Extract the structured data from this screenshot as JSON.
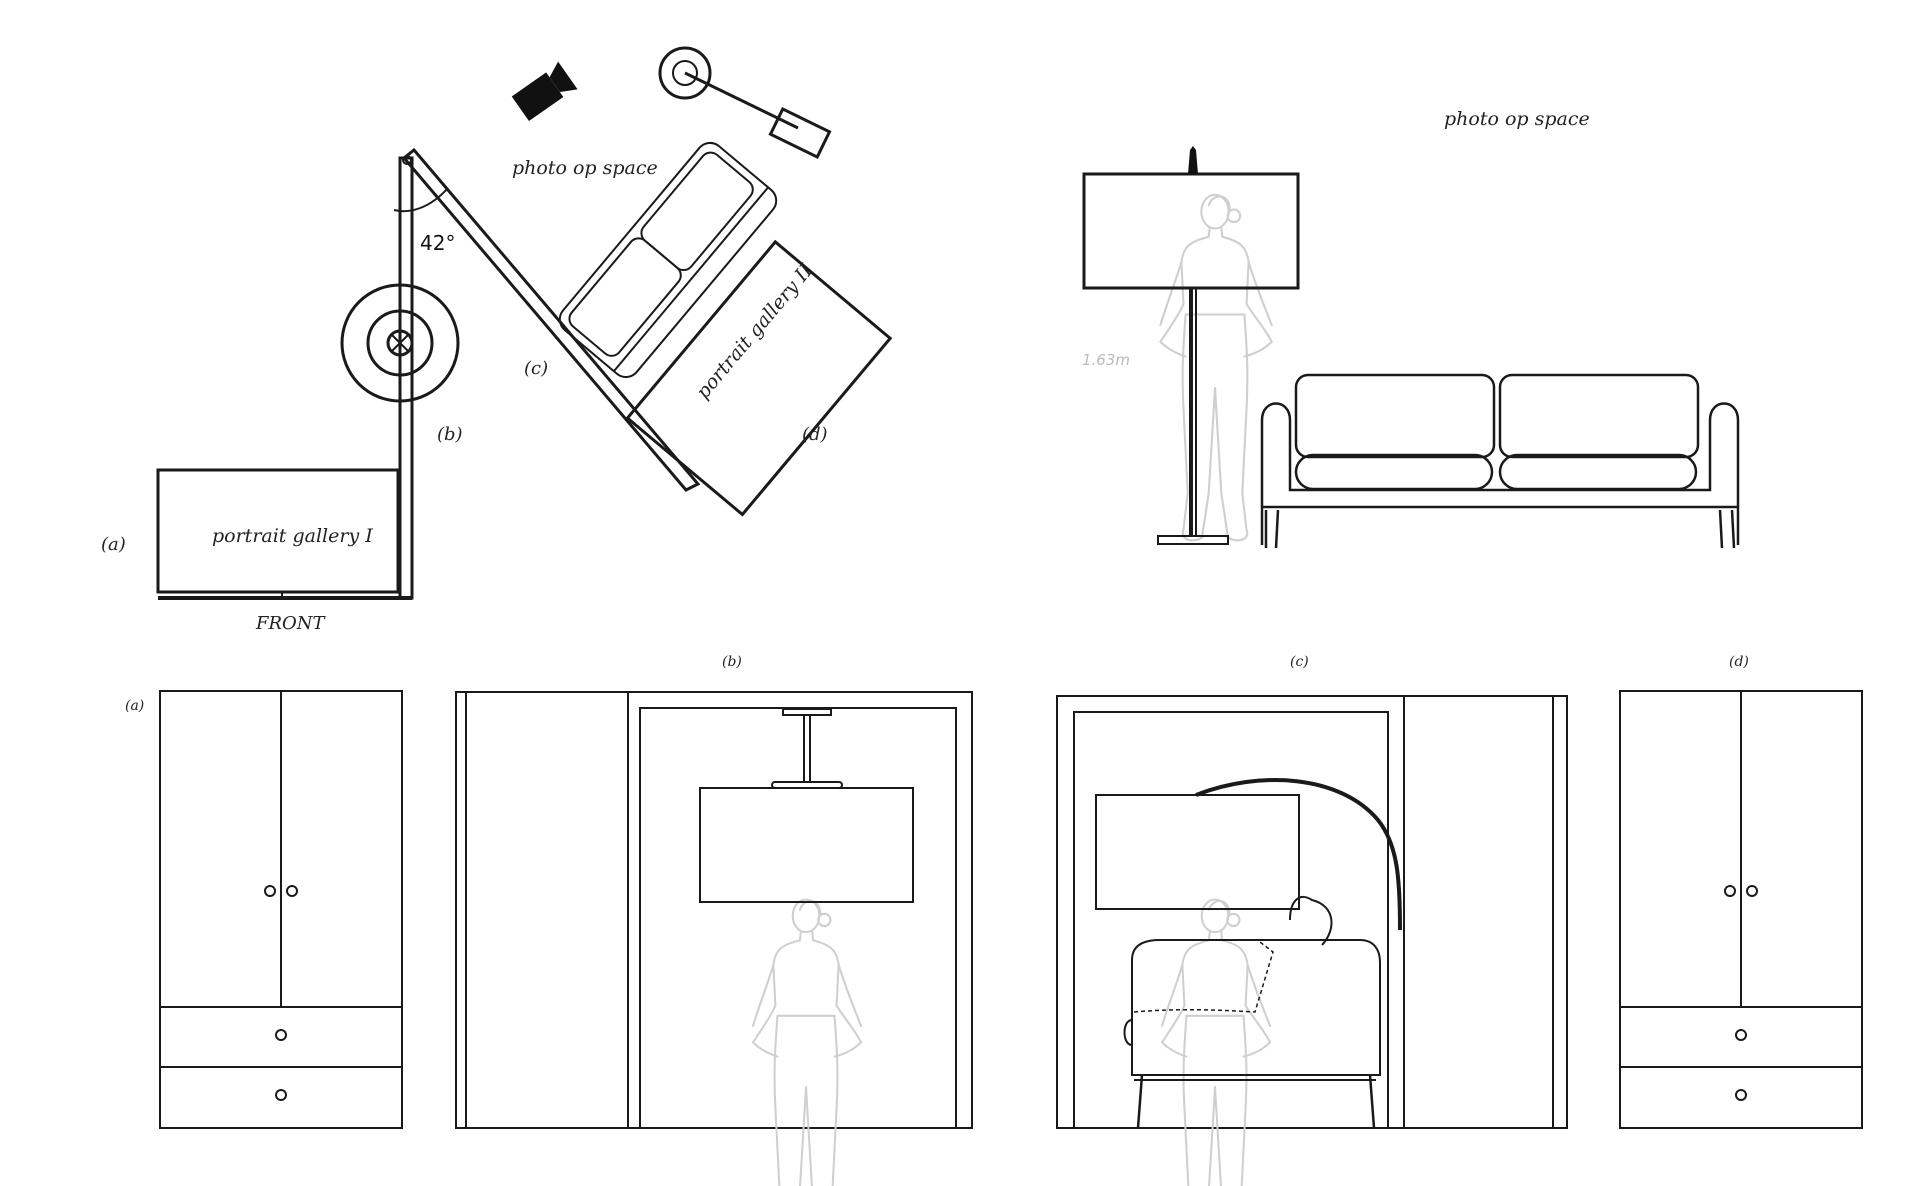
{
  "labels": {
    "plan_photo_op": "photo op space",
    "plan_gallery_1": "portrait gallery I",
    "plan_gallery_2": "portrait gallery II",
    "plan_front": "FRONT",
    "plan_a": "(a)",
    "plan_b": "(b)",
    "plan_c": "(c)",
    "plan_d": "(d)",
    "angle": "42°",
    "elev_photo_op": "photo op space",
    "height": "1.63m",
    "elev_a": "(a)",
    "elev_b": "(b)",
    "elev_c": "(c)",
    "elev_d": "(d)"
  },
  "icons": [
    "camera-icon",
    "floor-lamp-icon",
    "ceiling-fixture-icon",
    "sofa-icon",
    "person-silhouette-icon",
    "wardrobe-icon"
  ],
  "colors": {
    "line": "#1a1a1a",
    "silhouette": "#cfcfcf",
    "dimension": "#bbbbbb"
  }
}
